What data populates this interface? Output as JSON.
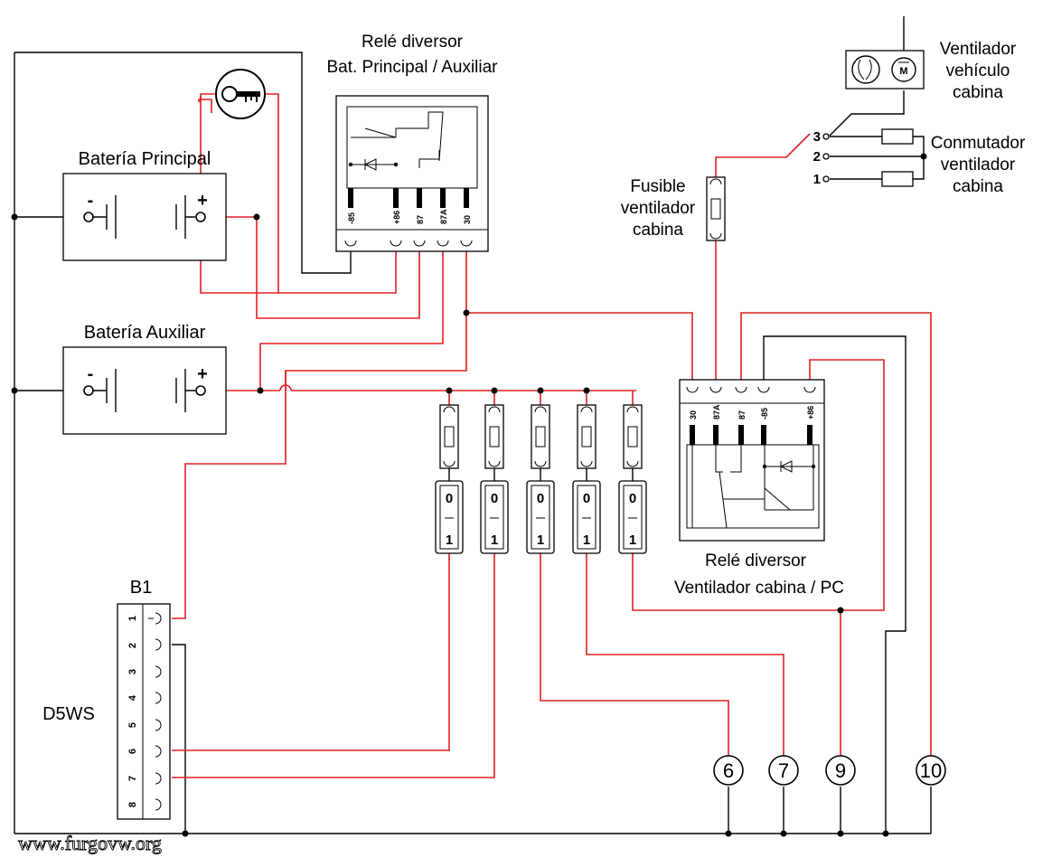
{
  "relay_main": {
    "title_line1": "Relé diversor",
    "title_line2": "Bat. Principal / Auxiliar",
    "pins": [
      "-85",
      "+86",
      "87",
      "87A",
      "30"
    ]
  },
  "relay_cab": {
    "title_line1": "Relé diversor",
    "title_line2": "Ventilador cabina / PC",
    "pins": [
      "30",
      "87A",
      "87",
      "-85",
      "+86"
    ]
  },
  "battery_main": {
    "label": "Batería Principal",
    "minus": "-",
    "plus": "+"
  },
  "battery_aux": {
    "label": "Batería Auxiliar",
    "minus": "-",
    "plus": "+"
  },
  "fan": {
    "line1": "Ventilador",
    "line2": "vehículo",
    "line3": "cabina",
    "motor": "M"
  },
  "switch_fan": {
    "line1": "Conmutador",
    "line2": "ventilador",
    "line3": "cabina",
    "positions": [
      "3",
      "2",
      "1"
    ]
  },
  "fuse_cab": {
    "line1": "Fusible",
    "line2": "ventilador",
    "line3": "cabina"
  },
  "switches": {
    "top": "0",
    "bottom": "1"
  },
  "connector": {
    "name": "B1",
    "device": "D5WS",
    "pins": [
      "1",
      "2",
      "3",
      "4",
      "5",
      "6",
      "7",
      "8"
    ]
  },
  "terminals": [
    "6",
    "7",
    "9",
    "10"
  ],
  "watermark": "www.furgovw.org",
  "colors": {
    "positive_wire": "#e02020",
    "ground_wire": "#000000"
  }
}
